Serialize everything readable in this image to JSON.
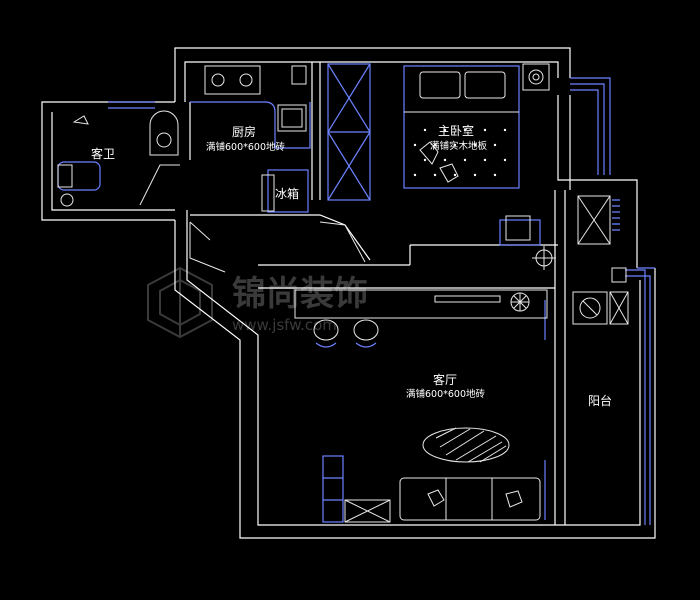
{
  "rooms": {
    "guest_bath": {
      "name": "客卫"
    },
    "kitchen": {
      "name": "厨房",
      "floor_note": "满铺600*600地砖"
    },
    "fridge": {
      "name": "冰箱"
    },
    "master_bedroom": {
      "name": "主卧室",
      "floor_note": "满铺实木地板"
    },
    "living_room": {
      "name": "客厅",
      "floor_note": "满铺600*600地砖"
    },
    "balcony": {
      "name": "阳台"
    }
  },
  "watermark": {
    "brand": "锦尚装饰",
    "url": "www.jsfw.com"
  },
  "colors": {
    "background": "#000000",
    "walls": "#ffffff",
    "furniture": "#6c82ff"
  }
}
